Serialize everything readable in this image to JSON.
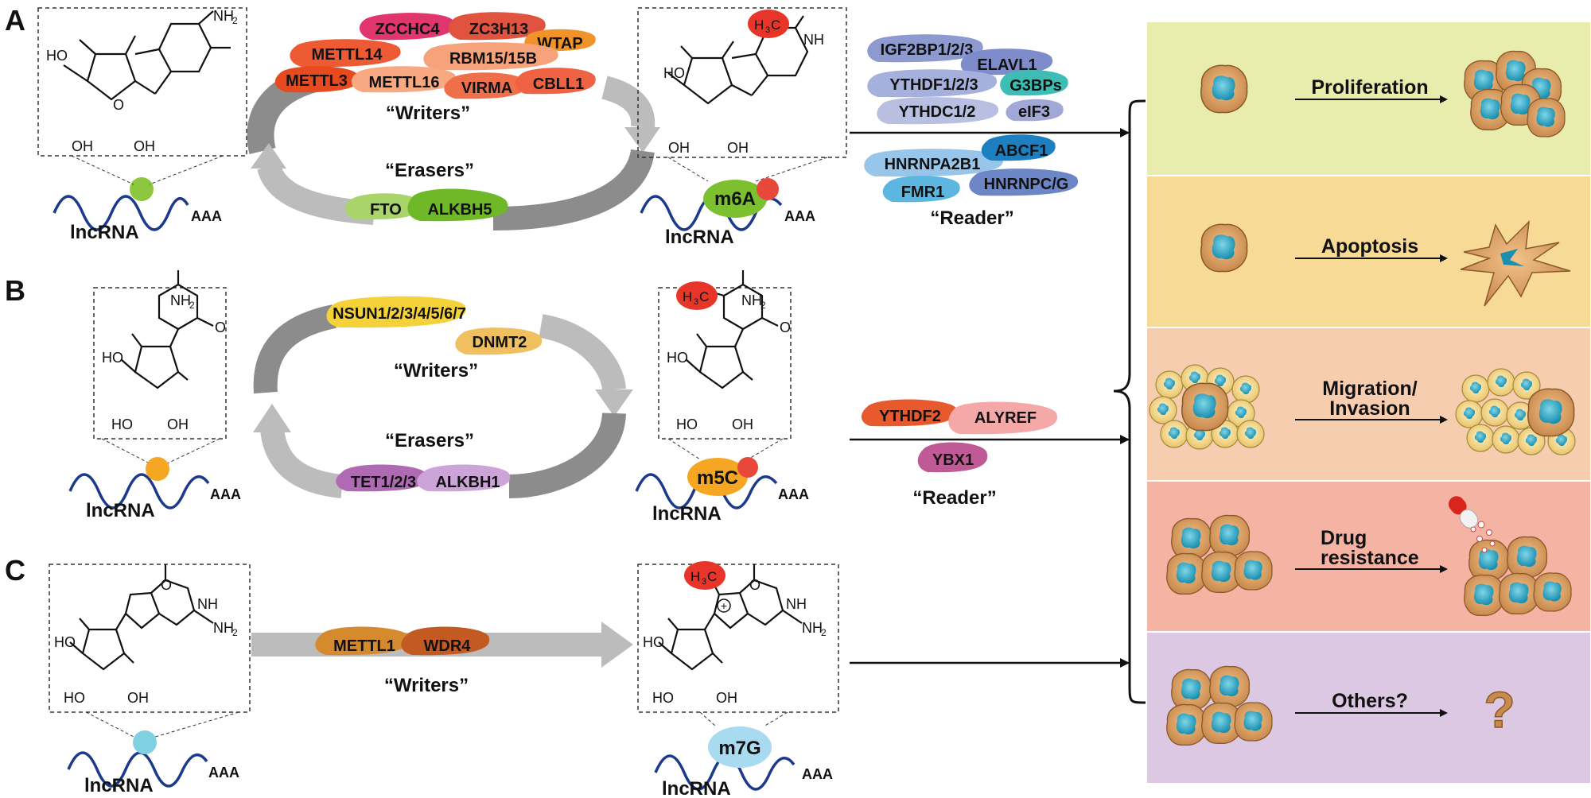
{
  "panels": {
    "A": {
      "letter": "A",
      "writers_label": "“Writers”",
      "erasers_label": "“Erasers”",
      "reader_label": "“Reader”",
      "writers": [
        "ZCCHC4",
        "ZC3H13",
        "METTL14",
        "WTAP",
        "RBM15/15B",
        "METTL3",
        "METTL16",
        "VIRMA",
        "CBLL1"
      ],
      "erasers": [
        "FTO",
        "ALKBH5"
      ],
      "readers": [
        "IGF2BP1/2/3",
        "ELAVL1",
        "YTHDF1/2/3",
        "G3BPs",
        "YTHDC1/2",
        "eIF3",
        "HNRNPA2B1",
        "ABCF1",
        "FMR1",
        "HNRNPC/G"
      ],
      "modification": "m6A",
      "rna_label": "lncRNA",
      "polyA": "AAA",
      "colors": {
        "dot": "#8dc63f",
        "mark": "#e8483a"
      }
    },
    "B": {
      "letter": "B",
      "writers_label": "“Writers”",
      "erasers_label": "“Erasers”",
      "reader_label": "“Reader”",
      "writers": [
        "NSUN1/2/3/4/5/6/7",
        "DNMT2"
      ],
      "erasers": [
        "TET1/2/3",
        "ALKBH1"
      ],
      "readers": [
        "YTHDF2",
        "ALYREF",
        "YBX1"
      ],
      "modification": "m5C",
      "rna_label": "lncRNA",
      "polyA": "AAA",
      "colors": {
        "dot": "#f5a623",
        "mark": "#e8483a"
      }
    },
    "C": {
      "letter": "C",
      "writers_label": "“Writers”",
      "writers": [
        "METTL1",
        "WDR4"
      ],
      "modification": "m7G",
      "rna_label": "lncRNA",
      "polyA": "AAA",
      "colors": {
        "dot": "#7fd0e0",
        "mark": "#e8483a"
      }
    }
  },
  "chem": {
    "nh2": "NH",
    "sub2": "2",
    "ho": "HO",
    "oh": "OH",
    "o": "O",
    "n": "N",
    "nh": "NH",
    "h": "H",
    "methyl_h": "H",
    "methyl_3": "3",
    "methyl_c": "C",
    "plus": "+"
  },
  "outcomes": [
    {
      "label": "Proliferation",
      "color": "#e8ecac"
    },
    {
      "label": "Apoptosis",
      "color": "#f6da96"
    },
    {
      "label": "Migration/",
      "label2": "Invasion",
      "color": "#f7cdb0"
    },
    {
      "label": "Drug",
      "label2": "resistance",
      "color": "#f4b3a3"
    },
    {
      "label": "Others?",
      "color": "#dcc8e2"
    }
  ],
  "question_mark": "?"
}
